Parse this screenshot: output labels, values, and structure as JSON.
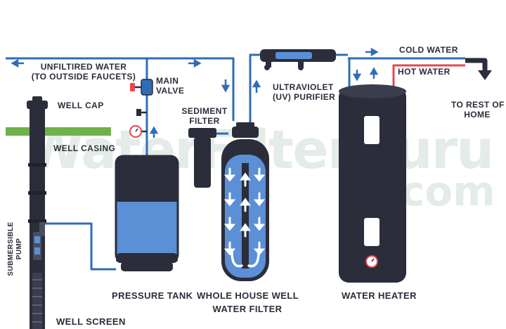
{
  "labels": {
    "unfiltered_water_line1": "UNFILTIRED WATER",
    "unfiltered_water_line2": "(TO OUTSIDE FAUCETS)",
    "main_valve_line1": "MAIN",
    "main_valve_line2": "VALVE",
    "well_cap": "WELL CAP",
    "well_casing": "WELL CASING",
    "sediment_filter_line1": "SEDIMENT",
    "sediment_filter_line2": "FILTER",
    "uv_line1": "ULTRAVIOLET",
    "uv_line2": "(UV) PURIFIER",
    "cold_water": "COLD WATER",
    "hot_water": "HOT WATER",
    "rest_of_home_line1": "TO REST OF",
    "rest_of_home_line2": "HOME",
    "submersible_pump_line1": "SUBMERSIBLE",
    "submersible_pump_line2": "PUMP",
    "pressure_tank": "PRESSURE TANK",
    "whole_house_line1": "WHOLE HOUSE WELL",
    "whole_house_line2": "WATER FILTER",
    "water_heater": "WATER HEATER",
    "well_screen": "WELL SCREEN"
  },
  "watermark": {
    "brand": "WaterFilterGuru",
    "suffix": ".com"
  },
  "colors": {
    "cold_pipe": "#2f6db5",
    "hot_pipe": "#e8474c",
    "dark": "#2b2d3a",
    "water": "#5b8fd6",
    "grass": "#6fb24a",
    "watermark": "#e3ece6"
  }
}
